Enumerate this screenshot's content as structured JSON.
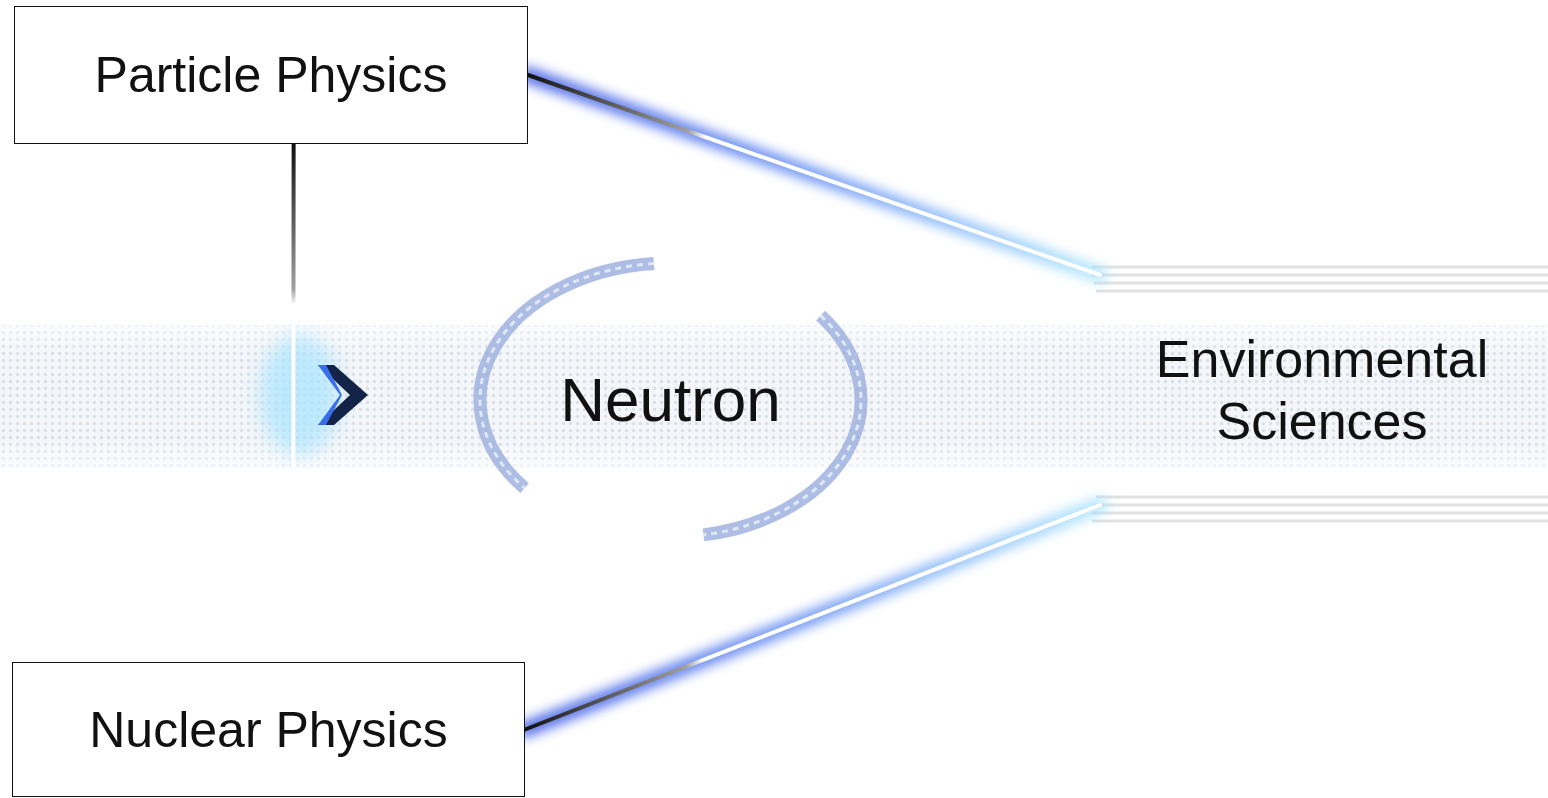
{
  "diagram": {
    "nodes": [
      {
        "text": [
          "Particle Physics"
        ]
      },
      {
        "text": [
          "Nuclear Physics"
        ]
      },
      {
        "text": [
          "Neutron"
        ]
      },
      {
        "text": [
          "Environmental Sciences"
        ]
      }
    ],
    "edges": [
      {
        "from": 0,
        "to": 3,
        "arrow": "none"
      },
      {
        "from": 1,
        "to": 3,
        "arrow": "none"
      },
      {
        "from": 0,
        "to": 1,
        "arrow": "none"
      }
    ]
  }
}
